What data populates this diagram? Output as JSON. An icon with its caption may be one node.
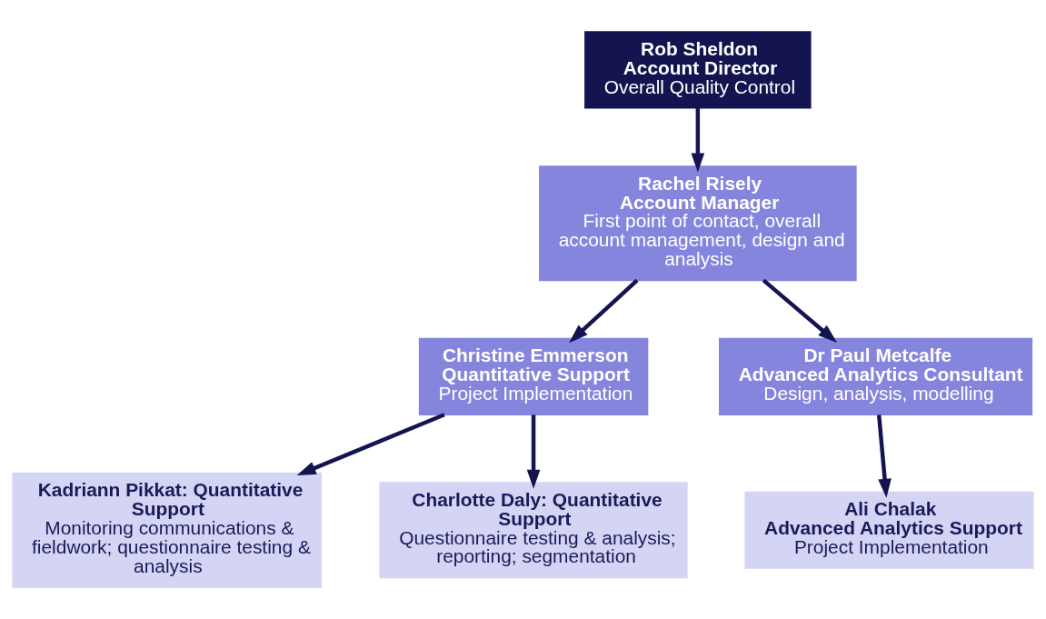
{
  "diagram": {
    "nodes": [
      {
        "text": [
          "Rob Sheldon",
          "Account Director",
          "Overall Quality Control"
        ]
      },
      {
        "text": [
          "Rachel Risely",
          "Account Manager",
          "First point of contact, overall account management, design and analysis"
        ]
      },
      {
        "text": [
          "Christine Emmerson",
          "Quantitative Support",
          "Project Implementation"
        ]
      },
      {
        "text": [
          "Dr Paul Metcalfe",
          "Advanced Analytics Consultant",
          "Design, analysis, modelling"
        ]
      },
      {
        "text": [
          "Kadriann Pikkat: Quantitative Support",
          "Monitoring communications & fieldwork; questionnaire testing & analysis"
        ]
      },
      {
        "text": [
          "Charlotte Daly: Quantitative Support",
          "Questionnaire testing & analysis; reporting; segmentation"
        ]
      },
      {
        "text": [
          "Ali Chalak",
          "Advanced Analytics Support",
          "Project Implementation"
        ]
      }
    ],
    "edges": [
      {
        "from": 0,
        "to": 1,
        "arrow": "to"
      },
      {
        "from": 1,
        "to": 2,
        "arrow": "to"
      },
      {
        "from": 1,
        "to": 3,
        "arrow": "to"
      },
      {
        "from": 2,
        "to": 4,
        "arrow": "to"
      },
      {
        "from": 2,
        "to": 5,
        "arrow": "to"
      },
      {
        "from": 3,
        "to": 6,
        "arrow": "to"
      }
    ]
  }
}
